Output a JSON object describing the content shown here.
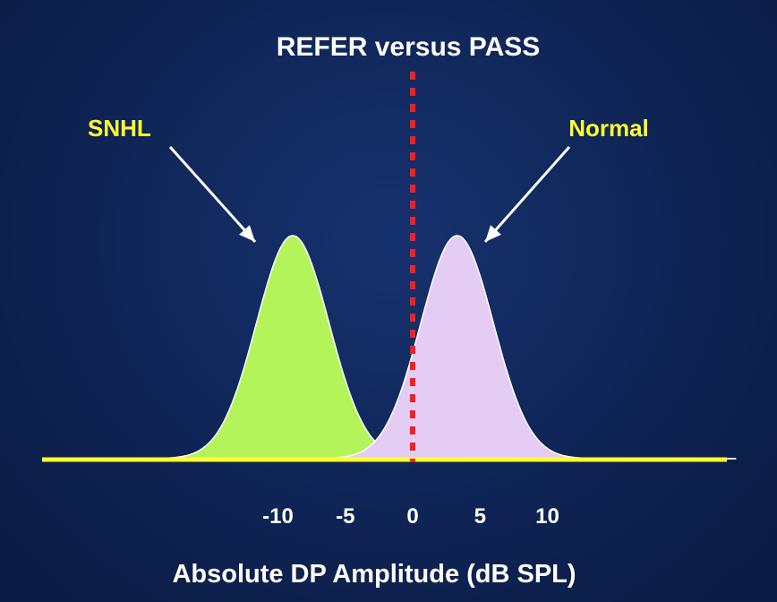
{
  "chart_data": {
    "type": "area",
    "title": "REFER versus PASS",
    "xlabel": "Absolute DP Amplitude (dB SPL)",
    "ylabel": "",
    "x_ticks": [
      -10,
      -5,
      0,
      5,
      10
    ],
    "xlim": [
      -25,
      24
    ],
    "ylim": [
      0,
      1
    ],
    "threshold": 0,
    "series": [
      {
        "name": "SNHL",
        "mean": -8.9,
        "sd": 2.7,
        "peak": 1.0,
        "color": "#b3f45a"
      },
      {
        "name": "Normal",
        "mean": 3.3,
        "sd": 2.7,
        "peak": 1.0,
        "color": "#e4ccf5"
      }
    ],
    "annotations": [
      {
        "text": "SNHL",
        "points_to": "SNHL"
      },
      {
        "text": "Normal",
        "points_to": "Normal"
      }
    ],
    "colors": {
      "baseline": "#ffff33",
      "threshold": "#ee2222",
      "arrow": "#ffffff",
      "label": "#ffff33"
    }
  }
}
